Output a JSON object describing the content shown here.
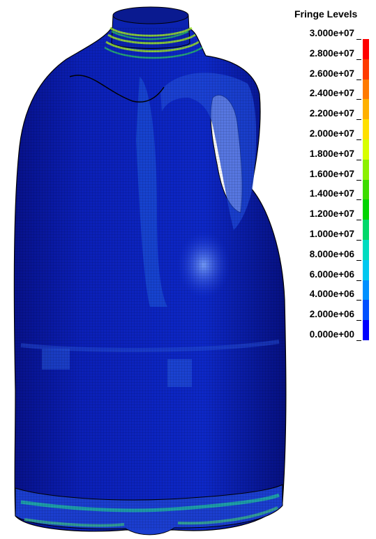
{
  "legend": {
    "title": "Fringe Levels",
    "labels": [
      "3.000e+07",
      "2.800e+07",
      "2.600e+07",
      "2.400e+07",
      "2.200e+07",
      "2.000e+07",
      "1.800e+07",
      "1.600e+07",
      "1.400e+07",
      "1.200e+07",
      "1.000e+07",
      "8.000e+06",
      "6.000e+06",
      "4.000e+06",
      "2.000e+06",
      "0.000e+00"
    ],
    "colors": [
      "#ff0000",
      "#ff3a00",
      "#ff7a00",
      "#ffb000",
      "#ffe000",
      "#d8ff00",
      "#8cf000",
      "#3cdc00",
      "#00d400",
      "#00d86a",
      "#00dcc0",
      "#00c8f0",
      "#0090ff",
      "#0050ff",
      "#0000ff"
    ]
  },
  "model": {
    "description_icon": "stress-contour-bottle-icon",
    "base_color": "#0a1fb5",
    "highlight_color": "#4aa0ff"
  }
}
